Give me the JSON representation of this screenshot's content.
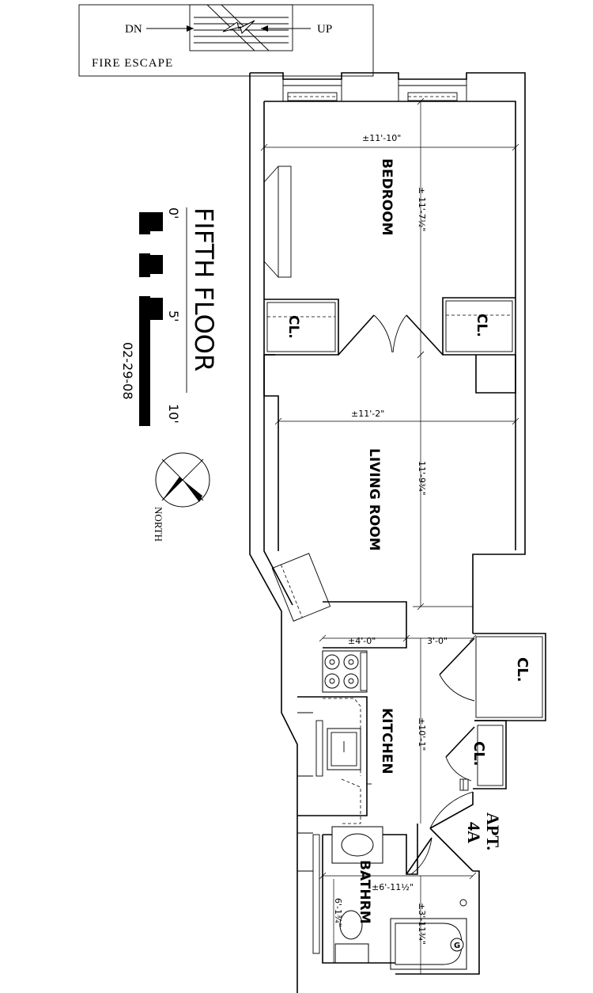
{
  "fire_escape": {
    "label": "FIRE ESCAPE",
    "down": "DN",
    "up": "UP"
  },
  "title_block": {
    "floor": "FIFTH FLOOR",
    "date": "02-29-08",
    "scale_ticks": [
      "0'",
      "5'",
      "10'"
    ],
    "north": "NORTH"
  },
  "apartment": {
    "label_line1": "APT.",
    "label_line2": "4A"
  },
  "rooms": {
    "bedroom": "BEDROOM",
    "living_room": "LIVING ROOM",
    "kitchen": "KITCHEN",
    "bathroom": "BATHRM",
    "closet": "CL."
  },
  "dimensions": {
    "bedroom_width": "±11'-10\"",
    "bedroom_length": "± 11'-7½\"",
    "living_width": "±11'-2\"",
    "living_length": "11'-9¾\"",
    "kitchen_counter": "±4'-0\"",
    "kitchen_passage": "3'-0\"",
    "kitchen_length": "±10'-1\"",
    "bath_length": "±6'-11½\"",
    "bath_width": "6'-1¾\"",
    "bath_tub": "±3'-11¾\""
  },
  "symbols": {
    "water_heater": "G"
  }
}
